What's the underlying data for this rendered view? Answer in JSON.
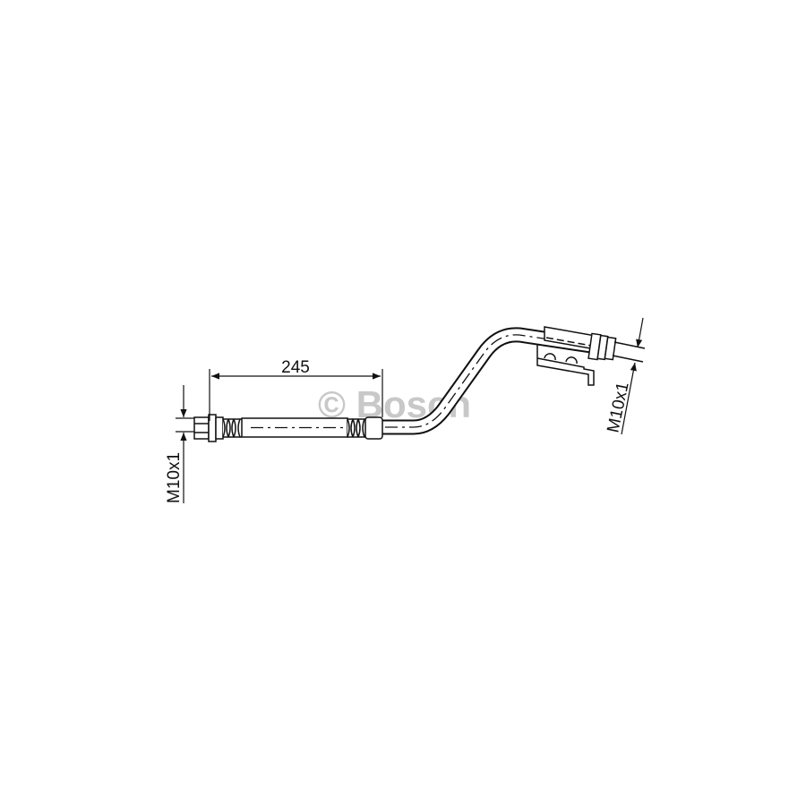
{
  "drawing": {
    "length_dimension": "245",
    "thread_left": "M10x1",
    "thread_right": "M10x1",
    "watermark": "© Bosch"
  },
  "colors": {
    "line": "#111111",
    "watermark": "#c8c8c8",
    "background": "#ffffff"
  }
}
